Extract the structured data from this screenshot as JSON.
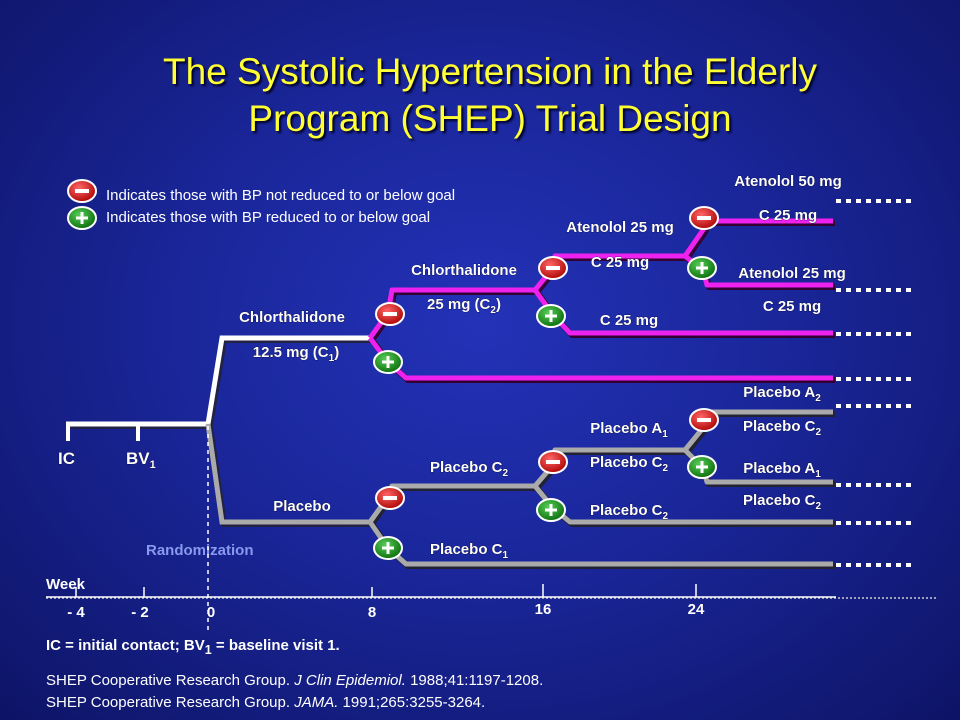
{
  "title_line1": "The Systolic Hypertension in the Elderly",
  "title_line2": "Program (SHEP) Trial Design",
  "legend": {
    "minus_text": "Indicates those with BP not reduced to or below goal",
    "plus_text": "Indicates those with BP reduced to or below goal"
  },
  "labels": {
    "ic": "IC",
    "bv": "BV",
    "bv_sub": "1",
    "randomization": "Randomization",
    "placebo": "Placebo",
    "chlor1": "Chlorthalidone",
    "chlor1_dose": "12.5 mg (C",
    "chlor1_sub": "1",
    "chlor2": "Chlorthalidone",
    "chlor2_dose": "25 mg (C",
    "chlor2_sub": "2",
    "close_paren": ")",
    "aten25": "Atenolol 25 mg",
    "c25_a": "C 25 mg",
    "c25_b": "C 25 mg",
    "aten50": "Atenolol 50 mg",
    "c25_c": "C 25 mg",
    "aten25_b": "Atenolol 25 mg",
    "c25_d": "C 25 mg",
    "placebo_c": "Placebo C",
    "placebo_a": "Placebo A",
    "sub1": "1",
    "sub2": "2"
  },
  "week": {
    "label": "Week",
    "ticks": [
      "- 4",
      "- 2",
      "0",
      "8",
      "16",
      "24"
    ]
  },
  "footnote_a": "IC = initial contact; BV",
  "footnote_sub": "1",
  "footnote_b": " = baseline visit 1.",
  "ref1_a": "SHEP Cooperative Research Group. ",
  "ref1_journal": "J Clin Epidemiol.",
  "ref1_b": " 1988;41:1197-1208.",
  "ref2_a": "SHEP Cooperative Research Group. ",
  "ref2_journal": "JAMA.",
  "ref2_b": " 1991;265:3255-3264.",
  "colors": {
    "background": "#1a2699",
    "title": "#ffff33",
    "active_line": "#ee22ee",
    "placebo_line": "#999999",
    "minus_badge": "#cc1111",
    "plus_badge": "#118811"
  }
}
